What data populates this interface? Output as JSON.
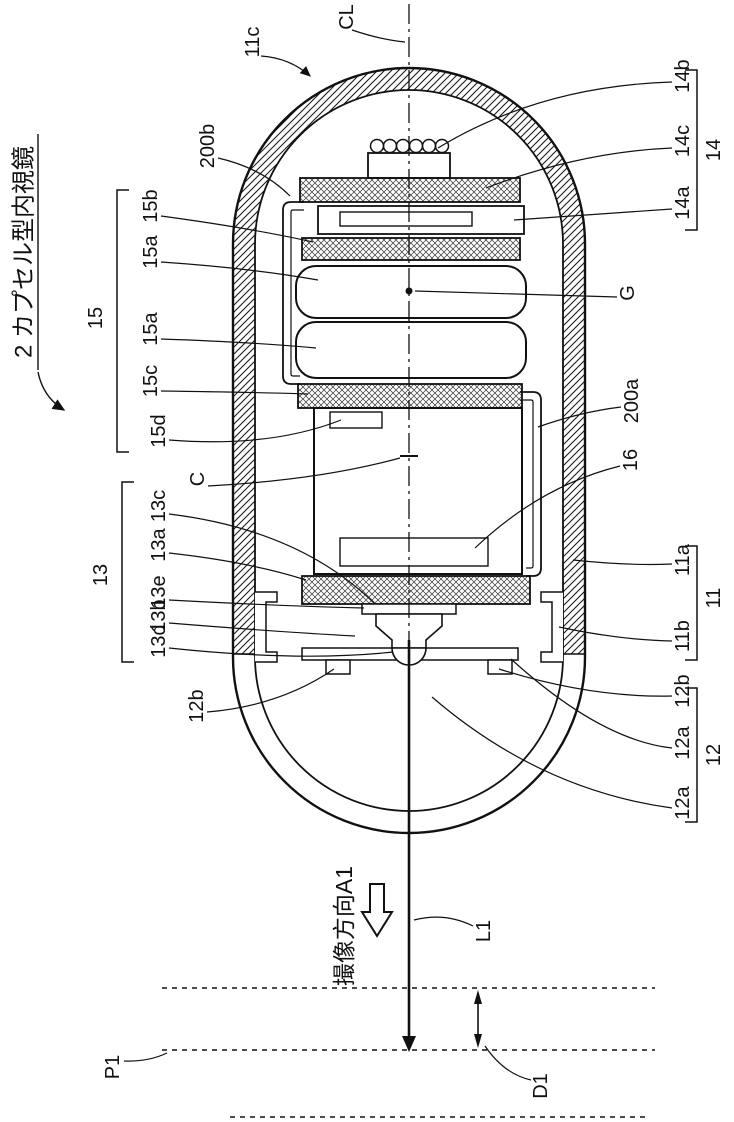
{
  "figure": {
    "title": "2 カプセル型内視鏡",
    "direction_label": "撮像方向A1"
  },
  "labels": {
    "cl": "CL",
    "p11": "11",
    "p11a": "11a",
    "p11b": "11b",
    "p11c": "11c",
    "p12": "12",
    "p12a": "12a",
    "p12b": "12b",
    "p13": "13",
    "p13a": "13a",
    "p13b": "13b",
    "p13c": "13c",
    "p13d": "13d",
    "p13e": "13e",
    "p14": "14",
    "p14a": "14a",
    "p14b": "14b",
    "p14c": "14c",
    "p15": "15",
    "p15a": "15a",
    "p15b": "15b",
    "p15c": "15c",
    "p15d": "15d",
    "p16": "16",
    "p200a": "200a",
    "p200b": "200b",
    "g": "G",
    "c": "C",
    "l1": "L1",
    "d1": "D1",
    "p1": "P1"
  }
}
